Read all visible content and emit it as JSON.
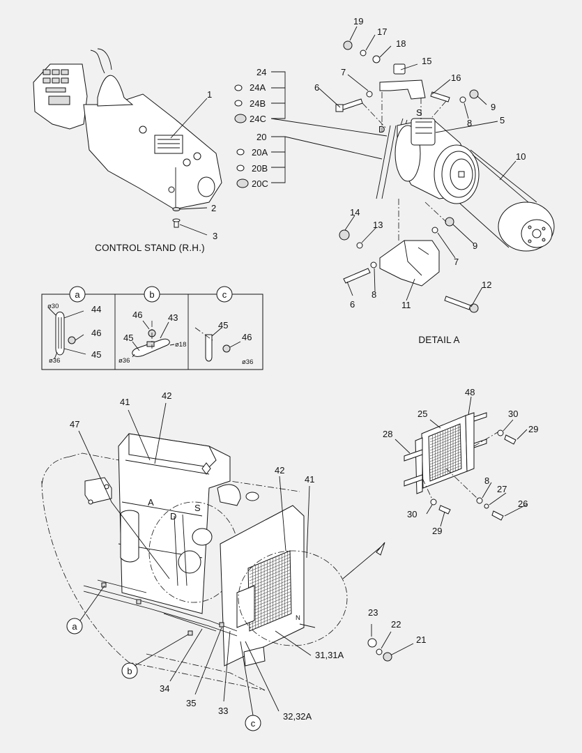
{
  "captions": {
    "control_stand": "CONTROL STAND (R.H.)",
    "detail_a": "DETAIL  A"
  },
  "callouts": {
    "c1": "1",
    "c2": "2",
    "c3": "3",
    "c5": "5",
    "c6a": "6",
    "c6b": "6",
    "c7a": "7",
    "c7b": "7",
    "c8a": "8",
    "c8b": "8",
    "c8c": "8",
    "c9a": "9",
    "c9b": "9",
    "c10": "10",
    "c11": "11",
    "c12": "12",
    "c13": "13",
    "c14": "14",
    "c15": "15",
    "c16": "16",
    "c17": "17",
    "c18": "18",
    "c19": "19",
    "c20": "20",
    "c20a": "20A",
    "c20b": "20B",
    "c20c": "20C",
    "c21": "21",
    "c22": "22",
    "c23": "23",
    "c24": "24",
    "c24a": "24A",
    "c24b": "24B",
    "c24c": "24C",
    "c25": "25",
    "c26": "26",
    "c27": "27",
    "c28": "28",
    "c29a": "29",
    "c29b": "29",
    "c30a": "30",
    "c30b": "30",
    "c31": "31,31A",
    "c32": "32,32A",
    "c33": "33",
    "c34": "34",
    "c35": "35",
    "c41a": "41",
    "c41b": "41",
    "c42a": "42",
    "c42b": "42",
    "c43": "43",
    "c44": "44",
    "c45a": "45",
    "c45b": "45",
    "c45c": "45",
    "c46a": "46",
    "c46b": "46",
    "c46c": "46",
    "c47": "47",
    "c48": "48"
  },
  "clamp_table": {
    "headers": [
      "a",
      "b",
      "c"
    ],
    "dims": {
      "a_top": "ø30",
      "a_bottom": "ø36",
      "b_right": "ø18",
      "b_bottom": "ø36",
      "c_bottom": "ø36"
    }
  },
  "view_markers": {
    "ref_a": "a",
    "ref_b": "b",
    "ref_c": "c",
    "detail_letter": "A",
    "port_d1": "D",
    "port_s1": "S",
    "port_d2": "D",
    "port_s2": "S",
    "port_n": "N"
  }
}
